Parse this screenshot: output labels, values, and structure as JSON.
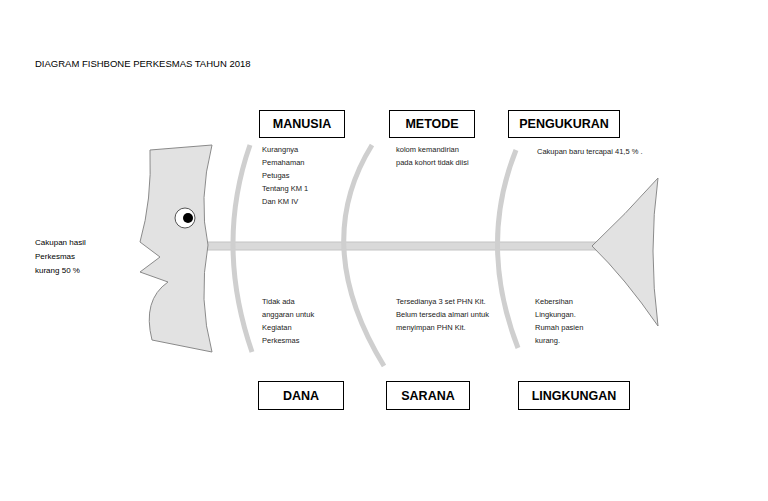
{
  "diagram": {
    "title": "DIAGRAM FISHBONE  PERKESMAS TAHUN 2018",
    "nodes": [
      {
        "text": [
          "MANUSIA"
        ]
      },
      {
        "text": [
          "METODE"
        ]
      },
      {
        "text": [
          "PENGUKURAN"
        ]
      },
      {
        "text": [
          "DANA"
        ]
      },
      {
        "text": [
          "SARANA"
        ]
      },
      {
        "text": [
          "LINGKUNGAN"
        ]
      }
    ],
    "labels": [
      "Cakupan hasil Perkesmas kurang 50 %",
      "Kurangnya Pemahaman Petugas Tentang KM 1 Dan KM IV",
      "kolom kemandirian pada kohort tidak diisi",
      "Cakupan baru tercapai 41,5 % .",
      "Tidak ada anggaran untuk Kegiatan Perkesmas",
      "Tersedianya 3 set PHN Kit.",
      "Belum tersedia almari untuk menyimpan PHN Kit.",
      "Kebersihan Lingkungan. Rumah pasien kurang."
    ]
  }
}
